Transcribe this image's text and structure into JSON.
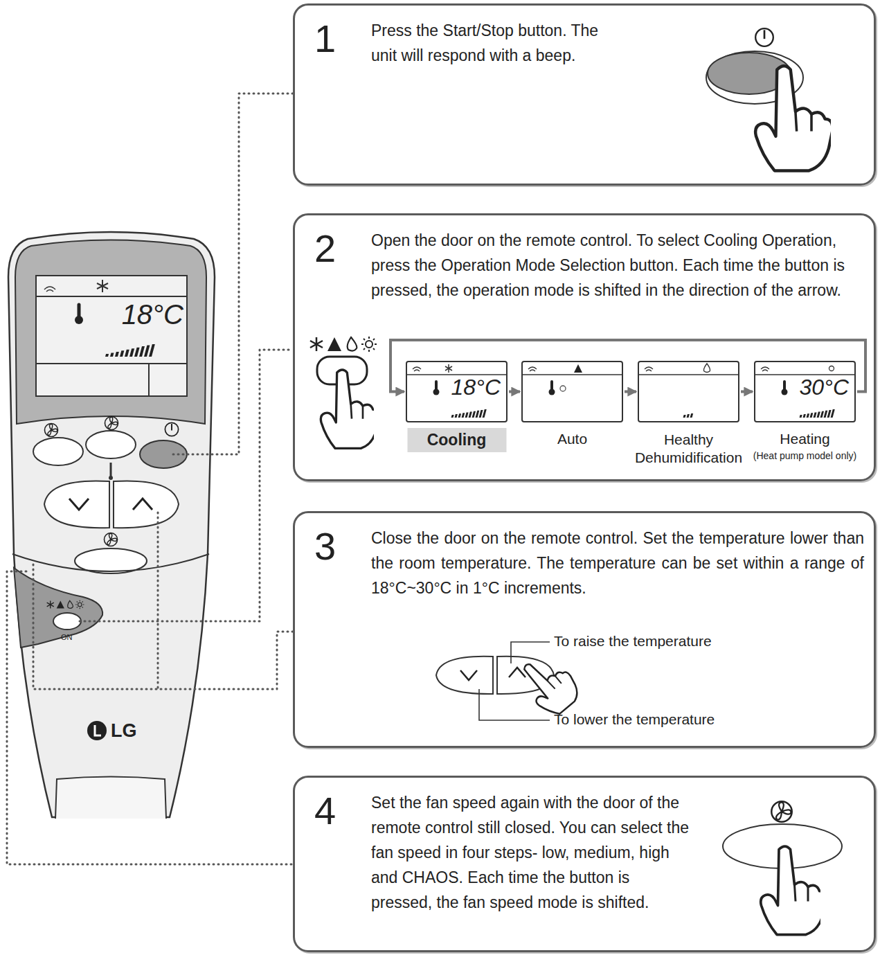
{
  "diagram": {
    "nodes": [
      {
        "text": [
          "1",
          "Press the Start/Stop button. The unit will respond with a beep."
        ]
      },
      {
        "text": [
          "2",
          "Open the door on the remote control. To select Cooling Operation, press the Operation Mode Selection button. Each time the button is pressed, the operation mode is shifted in the direction of the arrow."
        ]
      },
      {
        "text": [
          "18°C",
          "Cooling"
        ],
        "in": 1
      },
      {
        "text": [
          "Auto"
        ],
        "in": 1
      },
      {
        "text": [
          "Healthy Dehumidification"
        ],
        "in": 1
      },
      {
        "text": [
          "30°C",
          "Heating",
          "(Heat pump model only)"
        ],
        "in": 1
      },
      {
        "text": [
          "3",
          "Close the door on the remote control. Set the temperature lower than the room temperature. The temperature can be set within a range of 18°C~30°C in 1°C increments."
        ]
      },
      {
        "text": [
          "4",
          "Set the fan speed again with the door of the remote control still closed. You can select the fan speed in four steps- low, medium, high and CHAOS. Each time the button is pressed, the fan speed mode is shifted."
        ]
      }
    ],
    "edges": [
      {
        "from": 2,
        "to": 3,
        "arrow": "to"
      },
      {
        "from": 3,
        "to": 4,
        "arrow": "to"
      },
      {
        "from": 4,
        "to": 5,
        "arrow": "to"
      },
      {
        "from": 5,
        "to": 2,
        "arrow": "to"
      }
    ],
    "labels": [
      "18°C",
      "ON",
      "LG",
      "To raise the temperature",
      "To lower the temperature"
    ]
  }
}
